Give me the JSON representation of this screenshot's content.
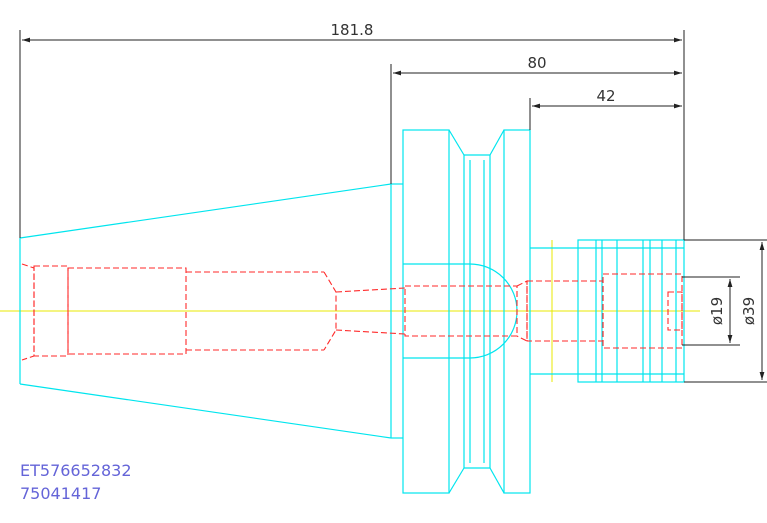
{
  "dimensions": {
    "overall_length": "181.8",
    "flange_to_end": "80",
    "shank_length": "42",
    "bore_diameter": "ø19",
    "outer_diameter": "ø39"
  },
  "part_number": {
    "line1": "ET576652832",
    "line2": "75041417"
  },
  "colors": {
    "outline": "#00e5ee",
    "hidden_lines": "#ff2a2a",
    "centerline": "#e8e800",
    "dimension_lines": "#222222",
    "part_number_text": "#6464d8"
  }
}
